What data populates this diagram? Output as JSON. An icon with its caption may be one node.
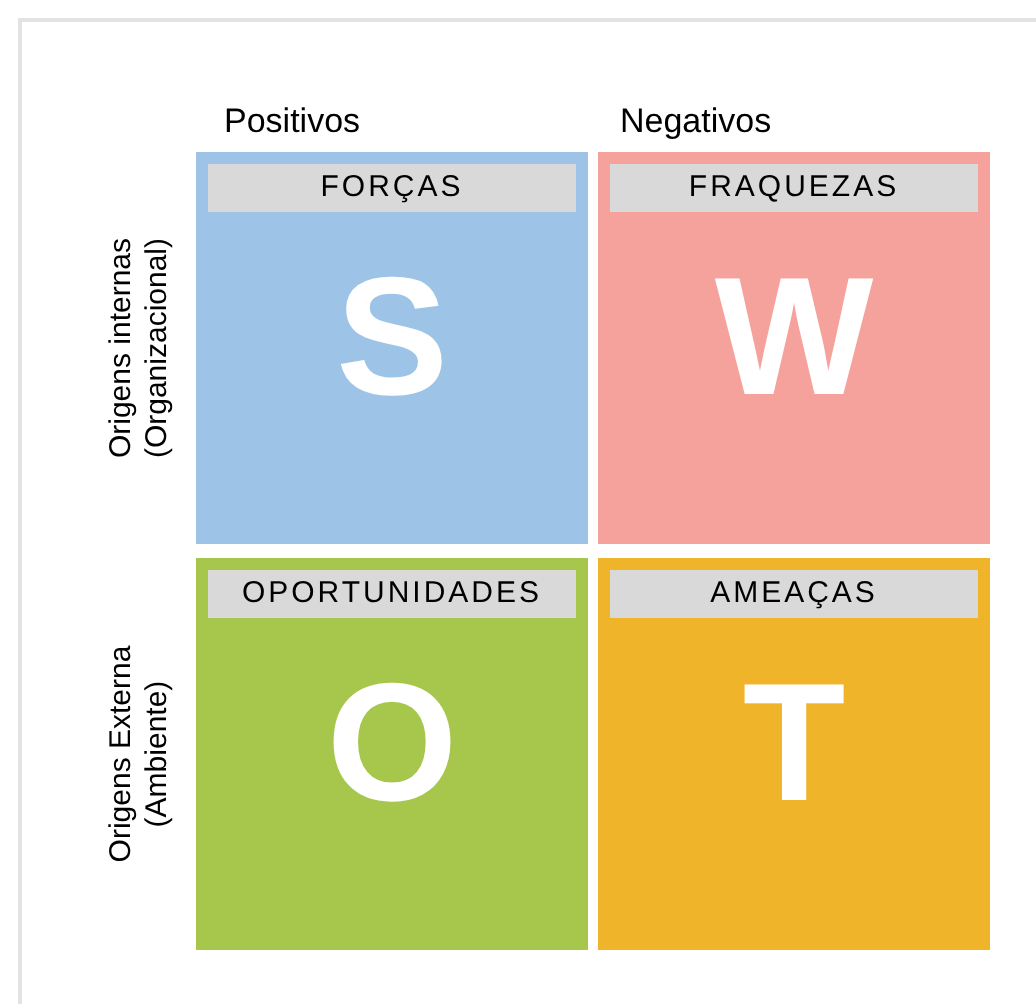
{
  "diagram": {
    "nodes": [
      {
        "text": [
          "FORÇAS",
          "S"
        ]
      },
      {
        "text": [
          "FRAQUEZAS",
          "W"
        ]
      },
      {
        "text": [
          "OPORTUNIDADES",
          "O"
        ]
      },
      {
        "text": [
          "AMEAÇAS",
          "T"
        ]
      }
    ],
    "labels": [
      "Positivos",
      "Negativos",
      "Origens internas (Organizacional)",
      "Origens Externa (Ambiente)"
    ]
  }
}
